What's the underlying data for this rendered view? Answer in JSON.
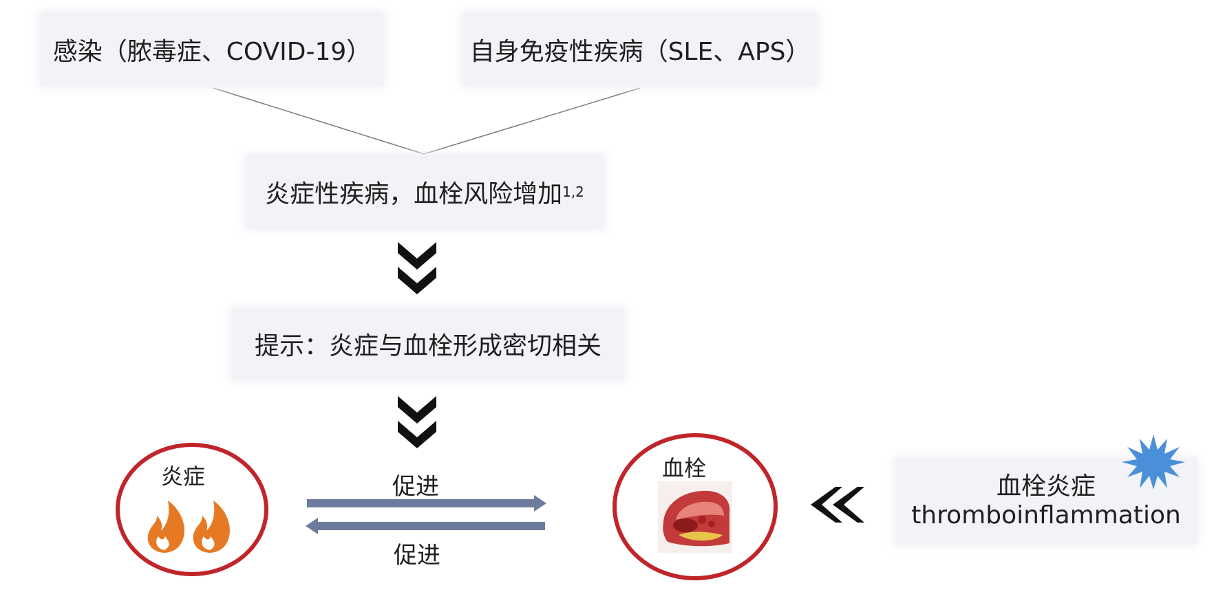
{
  "nodes": {
    "infection": "感染（脓毒症、COVID-19）",
    "autoimmune": "自身免疫性疾病（SLE、APS）",
    "inflam_disease": "炎症性疾病，血栓风险增加",
    "inflam_disease_ref": "1,2",
    "hint": "提示：炎症与血栓形成密切相关",
    "inflammation": "炎症",
    "thrombus": "血栓",
    "thrombo_cn": "血栓炎症",
    "thrombo_en": "thromboinflammation"
  },
  "arrows": {
    "forward_label": "促进",
    "backward_label": "促进"
  },
  "colors": {
    "circle_border": "#c0252b",
    "arrow": "#6d7b9c",
    "chevron": "#111111",
    "flame": "#e67a24",
    "burst": "#4a90d9",
    "box_bg": "#f2f3f7"
  },
  "icons": [
    "flame-icon",
    "thrombus-vessel-icon",
    "burst-icon",
    "double-chevron-down-icon",
    "double-chevron-left-icon"
  ]
}
